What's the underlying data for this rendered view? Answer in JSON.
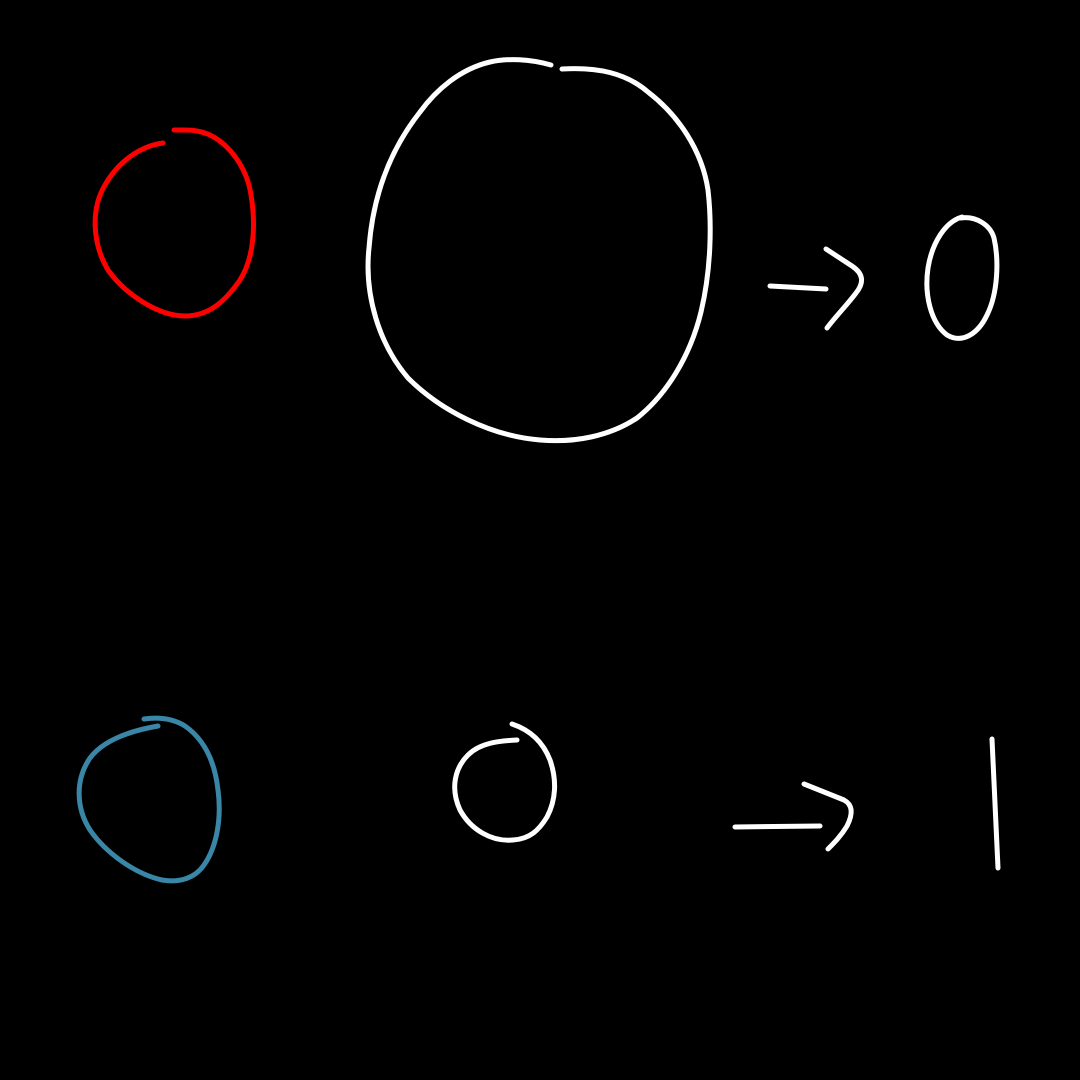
{
  "canvas": {
    "background": "#000000"
  },
  "colors": {
    "red": "#ff0000",
    "white": "#ffffff",
    "blue": "#3a86a6"
  },
  "rows": [
    {
      "marker_color": "red",
      "marker_shape": "circle",
      "input_shape": "large-circle",
      "arrow": "right-arrow",
      "output_glyph": "zero-digit"
    },
    {
      "marker_color": "blue",
      "marker_shape": "circle",
      "input_shape": "small-circle",
      "arrow": "right-arrow",
      "output_glyph": "one-digit"
    }
  ]
}
